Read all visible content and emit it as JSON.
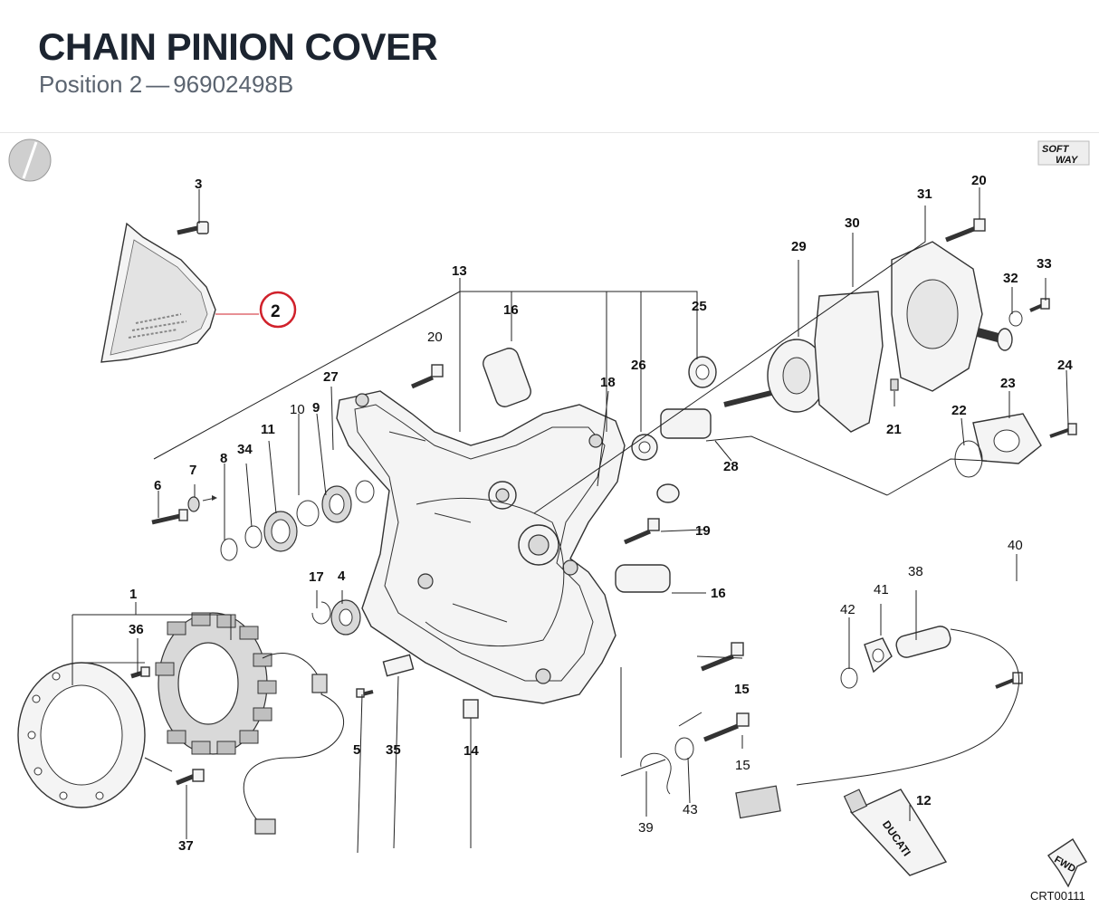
{
  "header": {
    "title": "CHAIN PINION COVER",
    "position_label": "Position 2",
    "separator": "—",
    "part_number": "96902498B"
  },
  "diagram": {
    "brand_mark_line1": "SOFT",
    "brand_mark_line2": "WAY",
    "fwd_label": "FWD",
    "tube_label": "DUCATI",
    "drawing_code": "CRT00111",
    "highlight_color": "#d0212b",
    "highlighted_callout": "2",
    "callouts": [
      "1",
      "2",
      "3",
      "4",
      "5",
      "6",
      "7",
      "8",
      "9",
      "10",
      "11",
      "12",
      "13",
      "14",
      "15",
      "15",
      "16",
      "16",
      "17",
      "18",
      "19",
      "20",
      "20",
      "21",
      "22",
      "23",
      "24",
      "25",
      "26",
      "27",
      "28",
      "29",
      "30",
      "31",
      "32",
      "33",
      "34",
      "35",
      "36",
      "37",
      "38",
      "39",
      "40",
      "41",
      "42",
      "43"
    ]
  }
}
